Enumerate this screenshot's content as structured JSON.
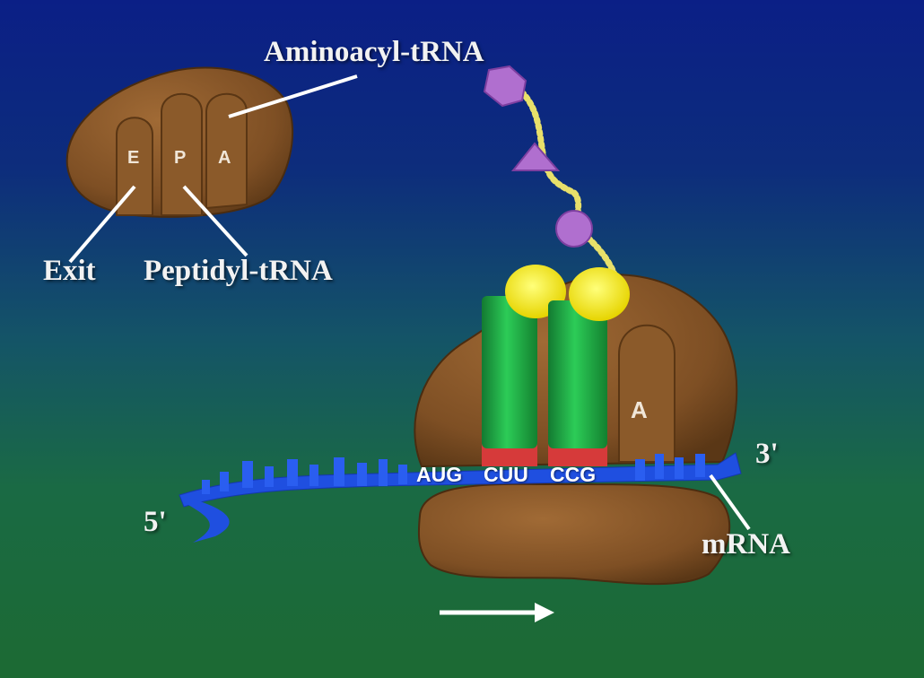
{
  "labels": {
    "aminoacyl": "Aminoacyl-tRNA",
    "exit": "Exit",
    "peptidyl": "Peptidyl-tRNA",
    "mrna": "mRNA",
    "five_prime": "5'",
    "three_prime": "3'"
  },
  "sites": {
    "e": "E",
    "p": "P",
    "a": "A",
    "a_large": "A"
  },
  "codons": [
    "AUG",
    "CUU",
    "CCG"
  ],
  "colors": {
    "ribosome": "#8a5a2b",
    "ribosome_dark": "#5e3a17",
    "trna_body": "#22b34a",
    "trna_cap": "#f2e600",
    "anticodon": "#d63a3a",
    "mrna": "#1f4fe0",
    "amino_acid": "#b06fcf",
    "chain": "#e8e06a",
    "label_text": "#f2f2f2",
    "arrow": "#ffffff"
  }
}
